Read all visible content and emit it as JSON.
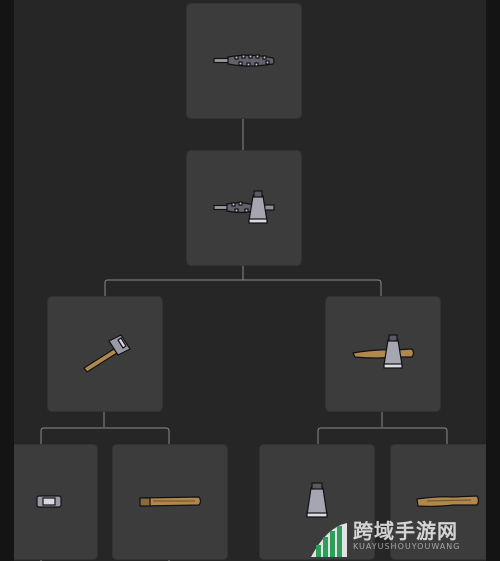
{
  "tree": {
    "nodes": [
      {
        "id": "root",
        "weapon": "spiked-club-icon"
      },
      {
        "id": "tier2",
        "weapon": "spiked-club-axe-icon"
      },
      {
        "id": "tier3-left",
        "weapon": "hammer-icon"
      },
      {
        "id": "tier3-right",
        "weapon": "wooden-axe-icon"
      },
      {
        "id": "tier4-a",
        "weapon": "hammer-head-icon"
      },
      {
        "id": "tier4-b",
        "weapon": "wooden-club-icon"
      },
      {
        "id": "tier4-c",
        "weapon": "axe-head-icon"
      },
      {
        "id": "tier4-d",
        "weapon": "wooden-club-icon"
      }
    ]
  },
  "watermark": {
    "text_cn": "跨域手游网",
    "text_en": "KUAYUSHOUYOUWANG"
  },
  "colors": {
    "background": "#141414",
    "panel": "#262626",
    "node": "#3c3c3c",
    "link": "#8a8a8a",
    "metal": "#9a9aa6",
    "wood": "#b0884e"
  }
}
